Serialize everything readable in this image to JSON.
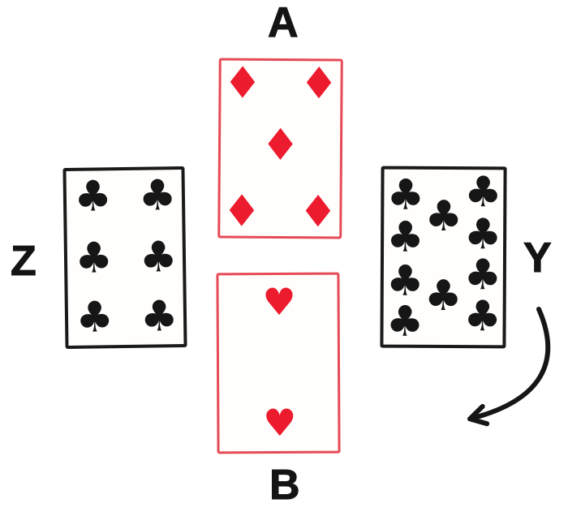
{
  "diagram": {
    "type": "card-trick-diagram",
    "background": "#ffffff",
    "ink_black": "#161616",
    "ink_red": "#ec1b2e",
    "red_card_border": "#e64a57"
  },
  "players": {
    "top": {
      "label": "A"
    },
    "bottom": {
      "label": "B"
    },
    "left": {
      "label": "Z"
    },
    "right": {
      "label": "Y"
    }
  },
  "cards": {
    "top": {
      "player": "A",
      "rank": "5",
      "suit": "diamonds",
      "symbol": "♦",
      "color": "#ec1b2e",
      "pip_count": 5
    },
    "bottom": {
      "player": "B",
      "rank": "2",
      "suit": "hearts",
      "symbol": "♥",
      "color": "#ec1b2e",
      "pip_count": 2
    },
    "left": {
      "player": "Z",
      "rank": "6",
      "suit": "clubs",
      "symbol": "♣",
      "color": "#161616",
      "pip_count": 6
    },
    "right": {
      "player": "Y",
      "rank": "10",
      "suit": "clubs",
      "symbol": "♣",
      "color": "#161616",
      "pip_count": 10
    }
  },
  "arrow": {
    "description": "curved arrow from player Y sweeping down-left toward player B, indicating direction of play",
    "color": "#161616"
  }
}
